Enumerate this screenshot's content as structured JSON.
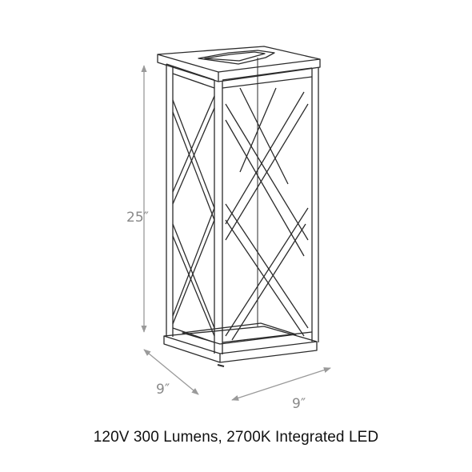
{
  "dimensions": {
    "height_label": "25″",
    "depth_label": "9″",
    "width_label": "9″"
  },
  "caption": "120V 300 Lumens, 2700K Integrated LED",
  "colors": {
    "line": "#2b2b2b",
    "dimension": "#9a9a9a",
    "text": "#111111"
  }
}
